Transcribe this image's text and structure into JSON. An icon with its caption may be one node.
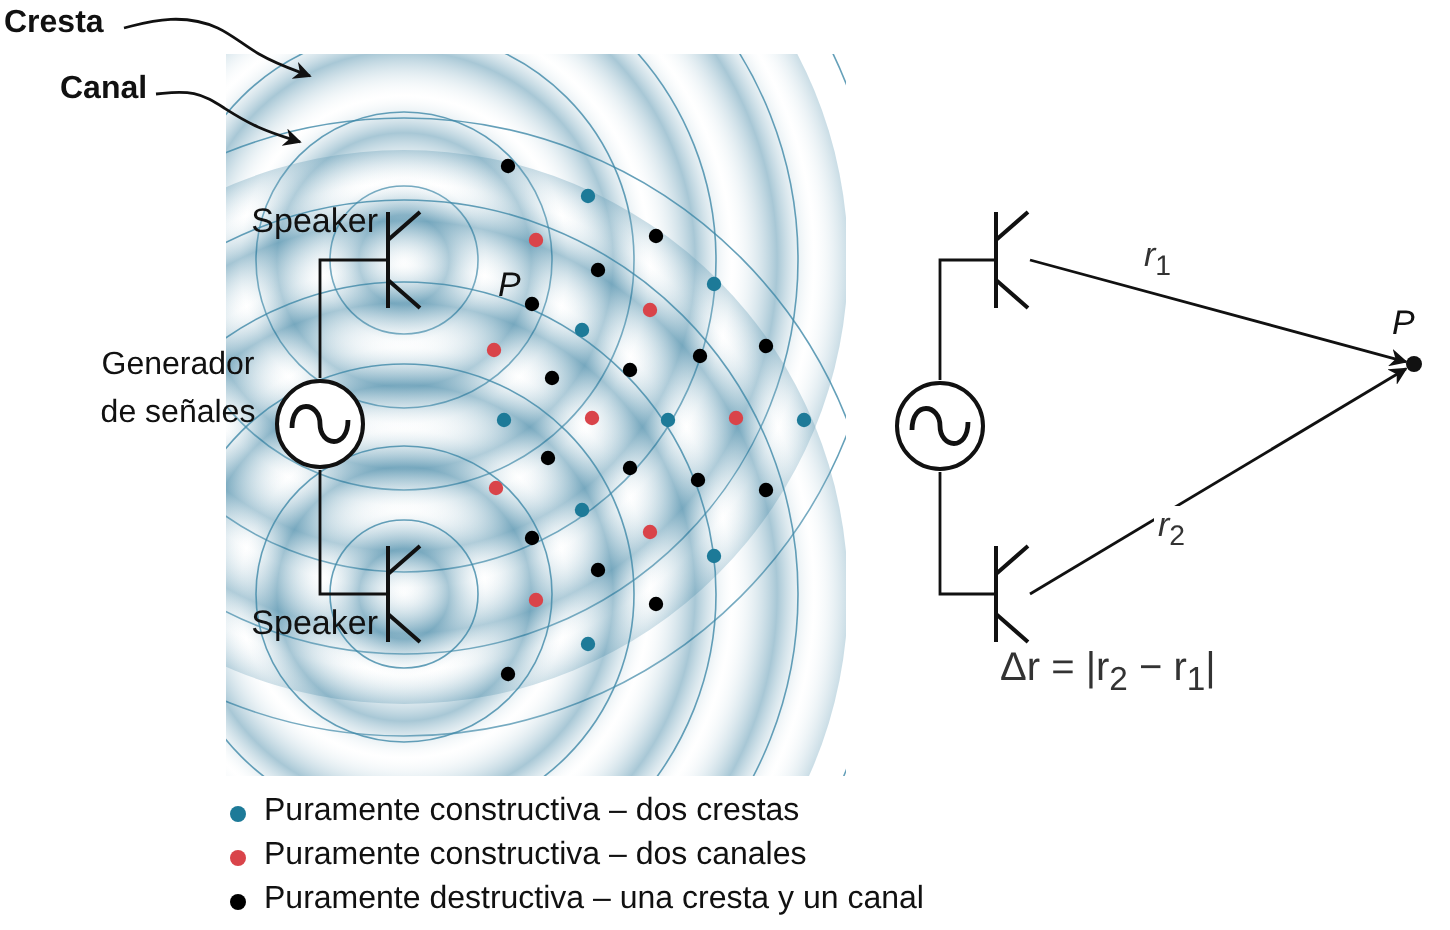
{
  "diagram": {
    "nodes": [
      {
        "text": [
          "Cresta"
        ]
      },
      {
        "text": [
          "Canal"
        ]
      },
      {
        "text": [],
        "shape": "circle",
        "beside": [
          "Generador de señales"
        ]
      },
      {
        "text": [],
        "shape": "speaker",
        "beside": [
          "Speaker"
        ]
      },
      {
        "text": [],
        "shape": "speaker",
        "beside": [
          "Speaker"
        ]
      },
      {
        "text": [],
        "shape": "circle"
      },
      {
        "text": [],
        "shape": "speaker"
      },
      {
        "text": [],
        "shape": "speaker"
      },
      {
        "text": [],
        "shape": "circle",
        "beside": [
          "P"
        ]
      }
    ],
    "edges": [
      {
        "from": 0,
        "to": null,
        "arrow": "to"
      },
      {
        "from": 1,
        "to": null,
        "arrow": "to"
      },
      {
        "from": 2,
        "to": 3,
        "arrow": "none"
      },
      {
        "from": 2,
        "to": 4,
        "arrow": "none"
      },
      {
        "from": 5,
        "to": 6,
        "arrow": "none"
      },
      {
        "from": 5,
        "to": 7,
        "arrow": "none"
      },
      {
        "from": 6,
        "to": 8,
        "arrow": "to",
        "label": "*r*$_{1}$"
      },
      {
        "from": 7,
        "to": 8,
        "arrow": "to",
        "label": "*r*$_{2}$"
      }
    ],
    "labels": [
      "P",
      "Δr = |r$_{2}$ − r$_{1}$|"
    ],
    "legend": [
      {
        "text": "Puramente constructiva – dos crestas",
        "color": "#1d7a98"
      },
      {
        "text": "Puramente constructiva – dos canales",
        "color": "#d9444a"
      },
      {
        "text": "Puramente destructiva – una cresta y un canal",
        "color": "#000000"
      }
    ]
  }
}
